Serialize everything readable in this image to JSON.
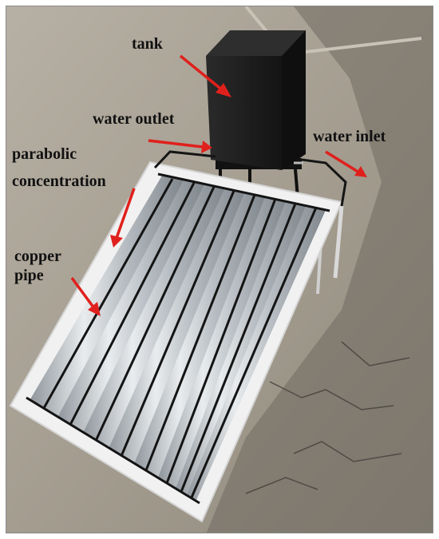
{
  "annotations": {
    "tank": "tank",
    "water_outlet": "water outlet",
    "water_inlet": "water inlet",
    "parabolic_concentration": [
      "parabolic",
      "concentration"
    ],
    "copper_pipe": [
      "copper",
      "pipe"
    ]
  },
  "colors": {
    "arrow": "#e0201c",
    "label_text": "#111111",
    "tank": "#1b1b1b",
    "frame": "#f1f1f1",
    "reflector": "#c9cdd1",
    "pavement": "#a39c90"
  }
}
